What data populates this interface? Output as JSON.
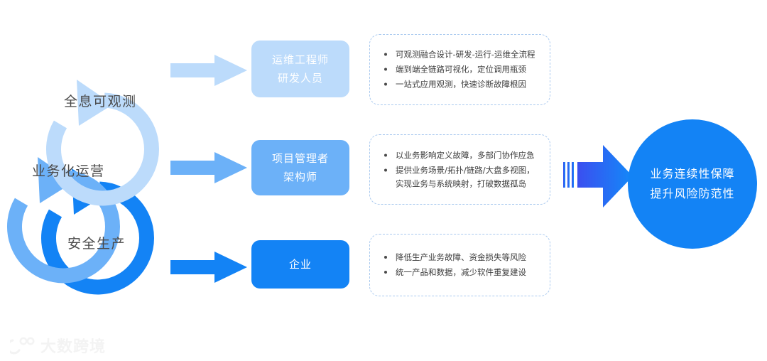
{
  "diagram": {
    "title": "可观测性价值链路图",
    "colors": {
      "pale_blue": "#bcdbfb",
      "mid_blue": "#6cb1f8",
      "strong_blue": "#1383f5",
      "arrow_gradient_start": "#3b4ff0",
      "arrow_gradient_end": "#1389f8",
      "dashed_border": "#a9c9ef",
      "label_text": "#4a4a4a",
      "bullet_text": "#3c3c3c"
    },
    "rings": [
      {
        "label": "全息可观测",
        "color": "#bcdbfb"
      },
      {
        "label": "业务化运营",
        "color": "#6cb1f8"
      },
      {
        "label": "安全生产",
        "color": "#1383f5"
      }
    ],
    "flow_arrows": [
      {
        "name": "arrow-to-role-1",
        "color": "#bcdbfb"
      },
      {
        "name": "arrow-to-role-2",
        "color": "#6cb1f8"
      },
      {
        "name": "arrow-to-role-3",
        "color": "#1383f5"
      }
    ],
    "roles": [
      {
        "line1": "运维工程师",
        "line2": "研发人员",
        "color": "#bcdbfb"
      },
      {
        "line1": "项目管理者",
        "line2": "架构师",
        "color": "#6cb1f8"
      },
      {
        "line1": "企业",
        "line2": "",
        "color": "#1383f5"
      }
    ],
    "panels": [
      {
        "items": [
          "可观测融合设计-研发-运行-运维全流程",
          "端到端全链路可视化，定位调用瓶颈",
          "一站式应用观测，快速诊断故障根因"
        ]
      },
      {
        "items": [
          "以业务影响定义故障，多部门协作应急",
          "提供业务场景/拓扑/链路/大盘多视图，实现业务与系统映射，打破数据孤岛"
        ]
      },
      {
        "items": [
          "降低生产业务故障、资金损失等风险",
          "统一产品和数据，减少软件重复建设"
        ]
      }
    ],
    "outcome": {
      "line1": "业务连续性保障",
      "line2": "提升风险防范性",
      "color": "#1383f5"
    },
    "watermark": {
      "text": "大数跨境"
    }
  }
}
